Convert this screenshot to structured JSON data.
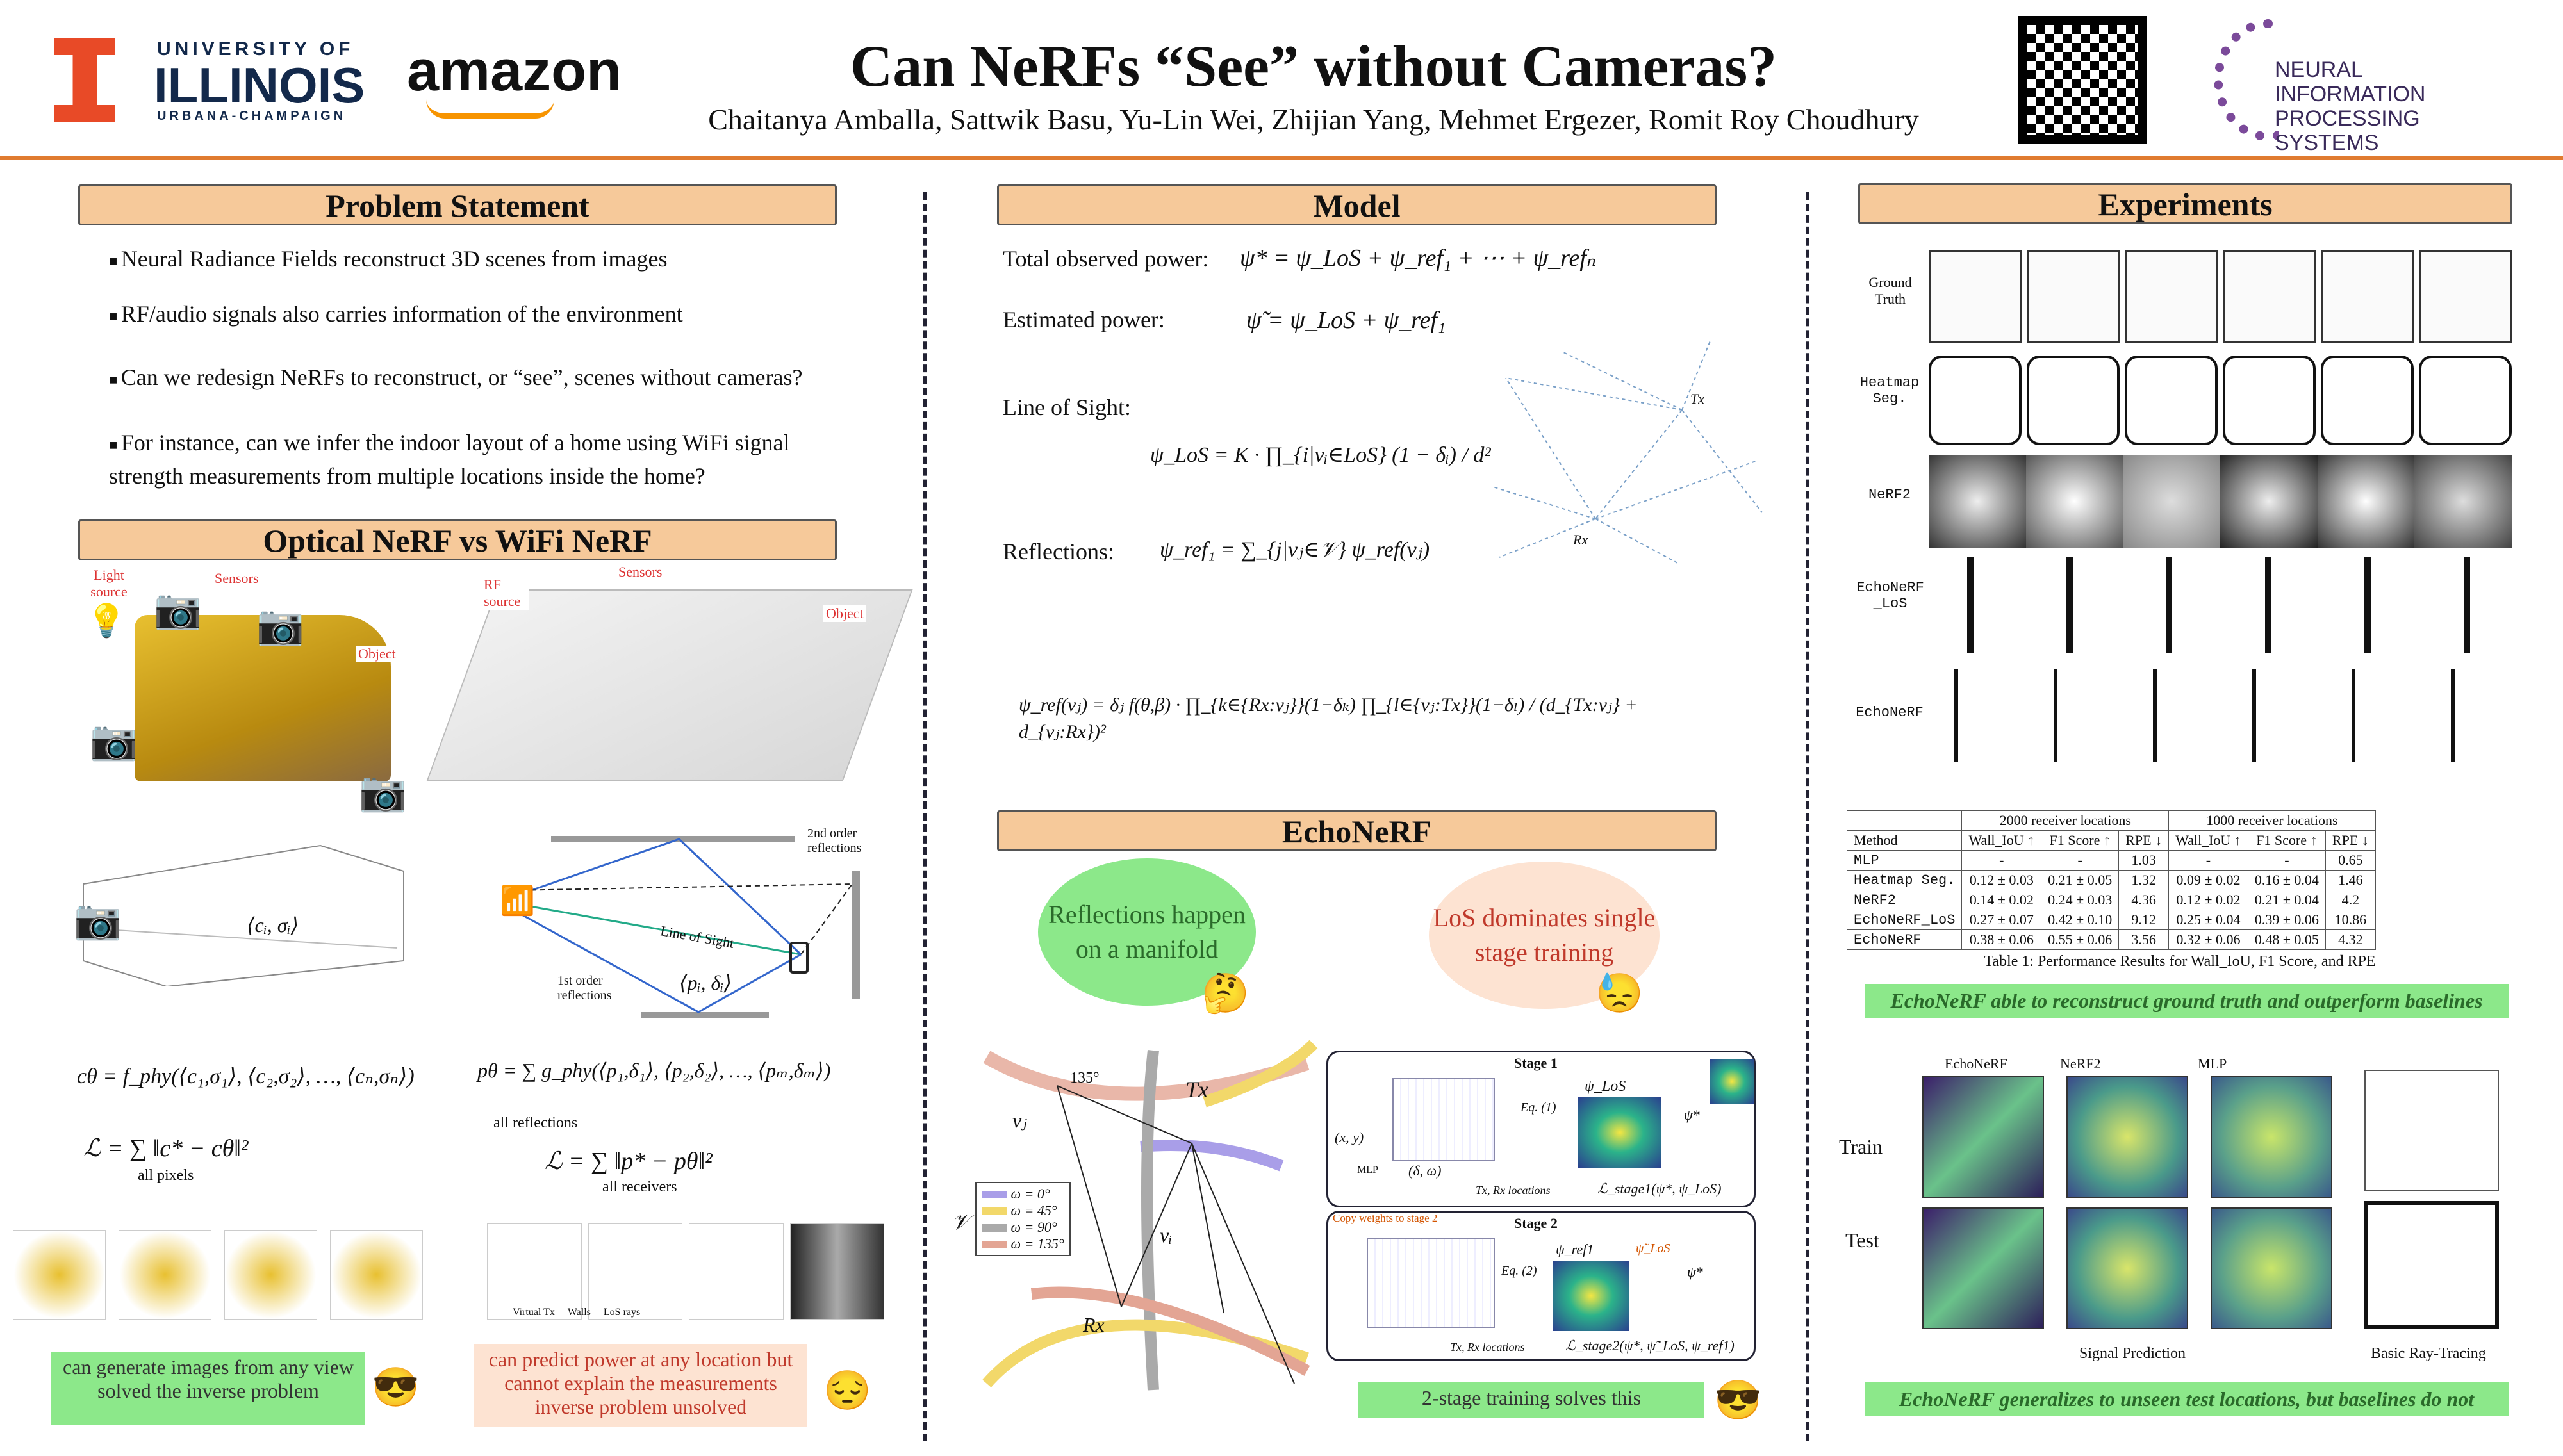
{
  "header": {
    "title": "Can NeRFs “See” without Cameras?",
    "authors": "Chaitanya Amballa, Sattwik Basu, Yu-Lin Wei, Zhijian Yang, Mehmet Ergezer, Romit Roy Choudhury",
    "logo_uiuc_top": "UNIVERSITY OF",
    "logo_uiuc_main": "ILLINOIS",
    "logo_uiuc_sub": "URBANA-CHAMPAIGN",
    "logo_amazon": "amazon",
    "logo_neurips": "NEURAL INFORMATION PROCESSING SYSTEMS",
    "colors": {
      "accent": "#e07b30",
      "section_bg": "#f6c99a",
      "green": "#8ce88a"
    }
  },
  "problem": {
    "heading": "Problem Statement",
    "bullets": [
      "Neural Radiance Fields reconstruct 3D scenes from images",
      "RF/audio signals also carries information of the environment",
      "Can we redesign NeRFs to reconstruct, or “see”, scenes without cameras?",
      "For instance, can we infer the indoor layout of a home using WiFi signal strength measurements from multiple locations inside the home?"
    ]
  },
  "optical": {
    "heading": "Optical NeRF vs WiFi NeRF",
    "left_labels": {
      "light_source": "Light source",
      "sensors": "Sensors",
      "object": "Object",
      "ray_label": "⟨cᵢ, σᵢ⟩"
    },
    "right_labels": {
      "rf_source": "RF source",
      "sensors": "Sensors",
      "object": "Object",
      "second_order": "2nd order reflections",
      "first_order": "1st order reflections",
      "los": "Line of Sight",
      "ray_label": "⟨pᵢ, δᵢ⟩"
    },
    "eq_left_1": "cθ = f_phy(⟨c₁,σ₁⟩, ⟨c₂,σ₂⟩, …, ⟨cₙ,σₙ⟩)",
    "eq_left_2": "ℒ = ∑ ‖c* − cθ‖²",
    "eq_left_2_sub": "all pixels",
    "eq_right_1": "pθ = ∑ g_phy(⟨p₁,δ₁⟩, ⟨p₂,δ₂⟩, …, ⟨pₘ,δₘ⟩)",
    "eq_right_1_sub": "all reflections",
    "eq_right_2": "ℒ = ∑ ‖p* − pθ‖²",
    "eq_right_2_sub": "all receivers",
    "legend_small": [
      "Virtual Tx",
      "Walls",
      "LoS rays"
    ],
    "left_conclusion": "can generate images from any view solved the inverse problem",
    "right_conclusion": "can predict power at any location but cannot explain the measurements inverse problem unsolved",
    "emoji_left": "😎",
    "emoji_right": "😔"
  },
  "model": {
    "heading": "Model",
    "total_label": "Total observed power:",
    "total_eq": "ψ* = ψ_LoS + ψ_ref₁ + ⋯ + ψ_refₙ",
    "est_label": "Estimated power:",
    "est_eq": "ψ̃ = ψ_LoS + ψ_ref₁",
    "los_label": "Line of Sight:",
    "los_eq": "ψ_LoS = K · ∏_{i|vᵢ∈LoS} (1 − δᵢ) / d²",
    "ref_label": "Reflections:",
    "ref_eq": "ψ_ref₁ = ∑_{j|vⱼ∈𝒱} ψ_ref(vⱼ)",
    "ref_full_eq": "ψ_ref(vⱼ) = δⱼ f(θ,β) · ∏_{k∈{Rx:vⱼ}}(1−δₖ) ∏_{l∈{vⱼ:Tx}}(1−δₗ) / (d_{Tx:vⱼ} + d_{vⱼ:Rx})²",
    "fig_labels": {
      "tx": "Tx",
      "rx": "Rx"
    }
  },
  "echonerf": {
    "heading": "EchoNeRF",
    "cloud_left": "Reflections happen on a manifold",
    "cloud_right": "LoS dominates single stage training",
    "diagram": {
      "angle": "135°",
      "vj": "vⱼ",
      "vi": "vᵢ",
      "tx": "Tx",
      "rx": "Rx",
      "V": "𝒱",
      "legend": [
        "ω = 0°",
        "ω = 45°",
        "ω = 90°",
        "ω = 135°"
      ],
      "legend_colors": [
        "#a99ee8",
        "#f2d86a",
        "#aaaaaa",
        "#e3a594"
      ]
    },
    "stage1": {
      "title": "Stage 1",
      "xy": "(x, y)",
      "mlp": "MLP",
      "dw": "(δ, ω)",
      "eq": "Eq. (1)",
      "psi_los": "ψ_LoS",
      "psi_star": "ψ*",
      "locs": "Tx, Rx locations",
      "loss": "ℒ_stage1(ψ*, ψ_LoS)",
      "copy": "Copy weights to stage 2"
    },
    "stage2": {
      "title": "Stage 2",
      "eq": "Eq. (2)",
      "psi_ref": "ψ_ref1",
      "psi_los": "ψ̃_LoS",
      "psi_star": "ψ*",
      "locs": "Tx, Rx locations",
      "loss": "ℒ_stage2(ψ*, ψ̃_LoS, ψ_ref1)"
    },
    "conclusion": "2-stage training solves this",
    "emoji": "😎"
  },
  "experiments": {
    "heading": "Experiments",
    "row_labels": [
      "Ground Truth",
      "Heatmap Seg.",
      "NeRF2",
      "EchoNeRF_LoS",
      "EchoNeRF"
    ],
    "table": {
      "group_headers": [
        "2000 receiver locations",
        "1000 receiver locations"
      ],
      "columns": [
        "Method",
        "Wall_IoU ↑",
        "F1 Score ↑",
        "RPE ↓",
        "Wall_IoU ↑",
        "F1 Score ↑",
        "RPE ↓"
      ],
      "rows": [
        [
          "MLP",
          "-",
          "-",
          "1.03",
          "-",
          "-",
          "0.65"
        ],
        [
          "Heatmap Seg.",
          "0.12 ± 0.03",
          "0.21 ± 0.05",
          "1.32",
          "0.09 ± 0.02",
          "0.16 ± 0.04",
          "1.46"
        ],
        [
          "NeRF2",
          "0.14 ± 0.02",
          "0.24 ± 0.03",
          "4.36",
          "0.12 ± 0.02",
          "0.21 ± 0.04",
          "4.2"
        ],
        [
          "EchoNeRF_LoS",
          "0.27 ± 0.07",
          "0.42 ± 0.10",
          "9.12",
          "0.25 ± 0.04",
          "0.39 ± 0.06",
          "10.86"
        ],
        [
          "EchoNeRF",
          "0.38 ± 0.06",
          "0.55 ± 0.06",
          "3.56",
          "0.32 ± 0.06",
          "0.48 ± 0.05",
          "4.32"
        ]
      ],
      "caption": "Table 1: Performance Results for Wall_IoU, F1 Score, and RPE"
    },
    "highlight1": "EchoNeRF able to reconstruct ground truth and outperform baselines",
    "pred_cols": [
      "EchoNeRF",
      "NeRF2",
      "MLP"
    ],
    "pred_rows": [
      "Train",
      "Test"
    ],
    "signal_caption": "Signal Prediction",
    "ray_caption": "Basic Ray-Tracing",
    "highlight2": "EchoNeRF generalizes to unseen test locations, but baselines do not"
  }
}
